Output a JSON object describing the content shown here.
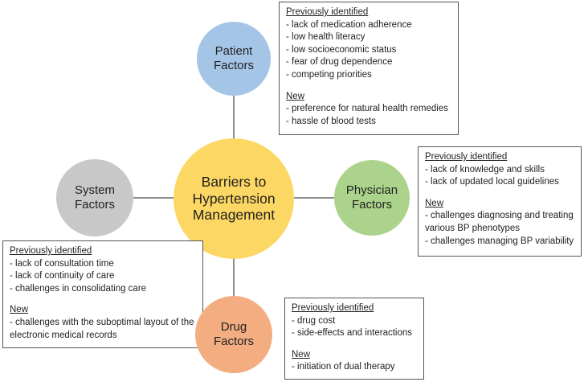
{
  "colors": {
    "center": "#fdd763",
    "patient": "#a5c5e7",
    "physician": "#acd38b",
    "system": "#c8c8c8",
    "drug": "#f3ad81",
    "connector": "#8c8c8c"
  },
  "center": {
    "line1": "Barriers to",
    "line2": "Hypertension",
    "line3": "Management"
  },
  "patient": {
    "line1": "Patient",
    "line2": "Factors",
    "box": {
      "prev_heading": "Previously identified",
      "prev_items": [
        "lack of medication adherence",
        "low health literacy",
        "low socioeconomic status",
        "fear of drug dependence",
        "competing priorities"
      ],
      "new_heading": "New",
      "new_items": [
        "preference for natural health remedies",
        "hassle of blood tests"
      ]
    }
  },
  "physician": {
    "line1": "Physician",
    "line2": "Factors",
    "box": {
      "prev_heading": "Previously identified",
      "prev_items": [
        "lack of knowledge and skills",
        "lack of updated local guidelines"
      ],
      "new_heading": "New",
      "new_items": [
        "challenges diagnosing and treating various BP phenotypes",
        "challenges managing BP variability"
      ]
    }
  },
  "system": {
    "line1": "System",
    "line2": "Factors",
    "box": {
      "prev_heading": "Previously identified",
      "prev_items": [
        "lack of consultation time",
        "lack of continuity of care",
        "challenges in consolidating care"
      ],
      "new_heading": "New",
      "new_items": [
        "challenges with the suboptimal layout of the electronic medical records"
      ]
    }
  },
  "drug": {
    "line1": "Drug",
    "line2": "Factors",
    "box": {
      "prev_heading": "Previously identified",
      "prev_items": [
        "drug cost",
        "side-effects and interactions"
      ],
      "new_heading": "New",
      "new_items": [
        "initiation of dual therapy"
      ]
    }
  }
}
